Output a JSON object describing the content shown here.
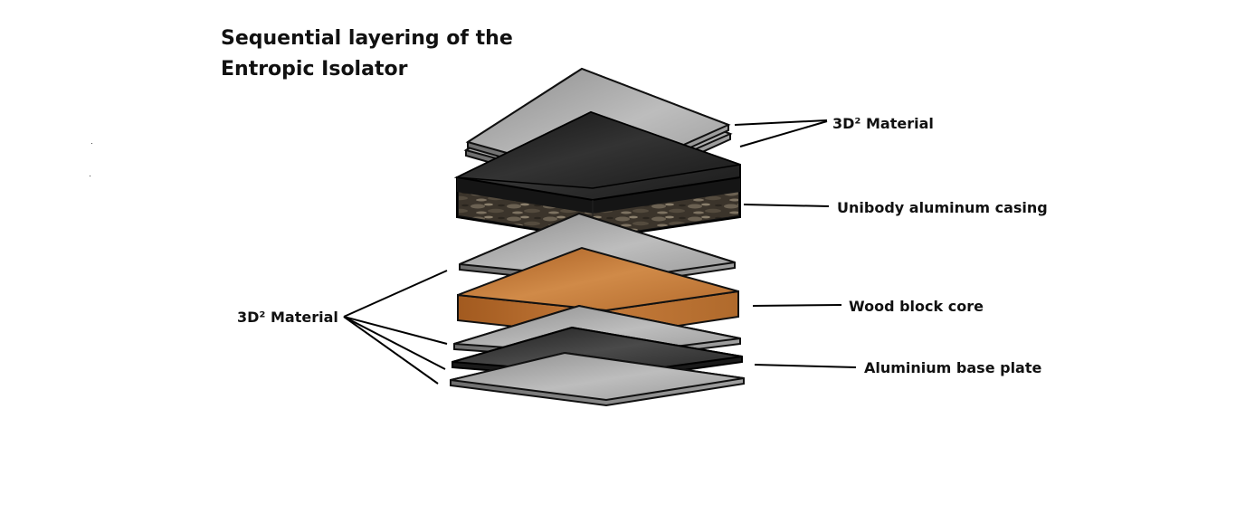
{
  "title": {
    "line1": "Sequential layering of the",
    "line2": "Entropic Isolator"
  },
  "labels": {
    "top_material": "3D² Material",
    "casing": "Unibody aluminum casing",
    "left_material": "3D² Material",
    "wood_core": "Wood block core",
    "base_plate": "Aluminium base plate"
  },
  "colors": {
    "light_plate": "#a9a9a9",
    "dark_plate": "#2b2b2b",
    "casing": "#1a1a1a",
    "wood": "#c4773a",
    "outline": "#111111"
  }
}
